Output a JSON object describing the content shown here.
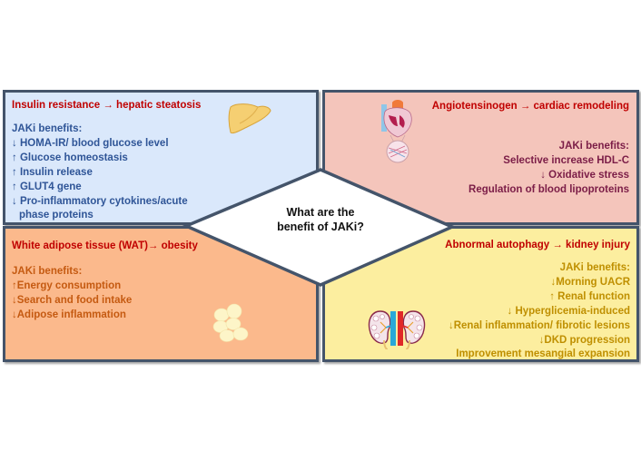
{
  "center": {
    "question_line1": "What are the",
    "question_line2": "benefit of JAKi?"
  },
  "panels": {
    "top_left": {
      "title": "Insulin resistance → hepatic steatosis",
      "icon": "liver-icon",
      "color": "#dae8fb",
      "text_color": "#2f5597",
      "lines": [
        "JAKi benefits:",
        "↓ HOMA-IR/ blood glucose level",
        "↑ Glucose homeostasis",
        "↑ Insulin release",
        "↑ GLUT4 gene",
        "↓ Pro-inflammatory cytokines/acute",
        "phase proteins"
      ]
    },
    "top_right": {
      "title": "Angiotensinogen → cardiac remodeling",
      "icon": "heart-icon",
      "color": "#f4c5bb",
      "text_color": "#7b1d47",
      "lines": [
        "JAKi benefits:",
        "Selective increase HDL-C",
        "↓ Oxidative stress",
        "Regulation of blood lipoproteins"
      ]
    },
    "bottom_left": {
      "title": "White adipose tissue (WAT)→ obesity",
      "icon": "adipocytes-icon",
      "color": "#fbb98c",
      "text_color": "#c55a11",
      "lines": [
        "JAKi benefits:",
        "↑Energy consumption",
        "↓Search and food intake",
        "↓Adipose inflammation"
      ]
    },
    "bottom_right": {
      "title": "Abnormal autophagy → kidney injury",
      "icon": "kidneys-icon",
      "color": "#fcee9f",
      "text_color": "#bf8f00",
      "lines": [
        "JAKi benefits:",
        "↓Morning UACR",
        "↑ Renal function",
        "↓ Hyperglicemia-induced",
        "↓Renal inflammation/ fibrotic lesions",
        "↓DKD progression",
        "Improvement mesangial expansion"
      ]
    }
  },
  "title_color": "#c00000",
  "border_color": "#44546a"
}
